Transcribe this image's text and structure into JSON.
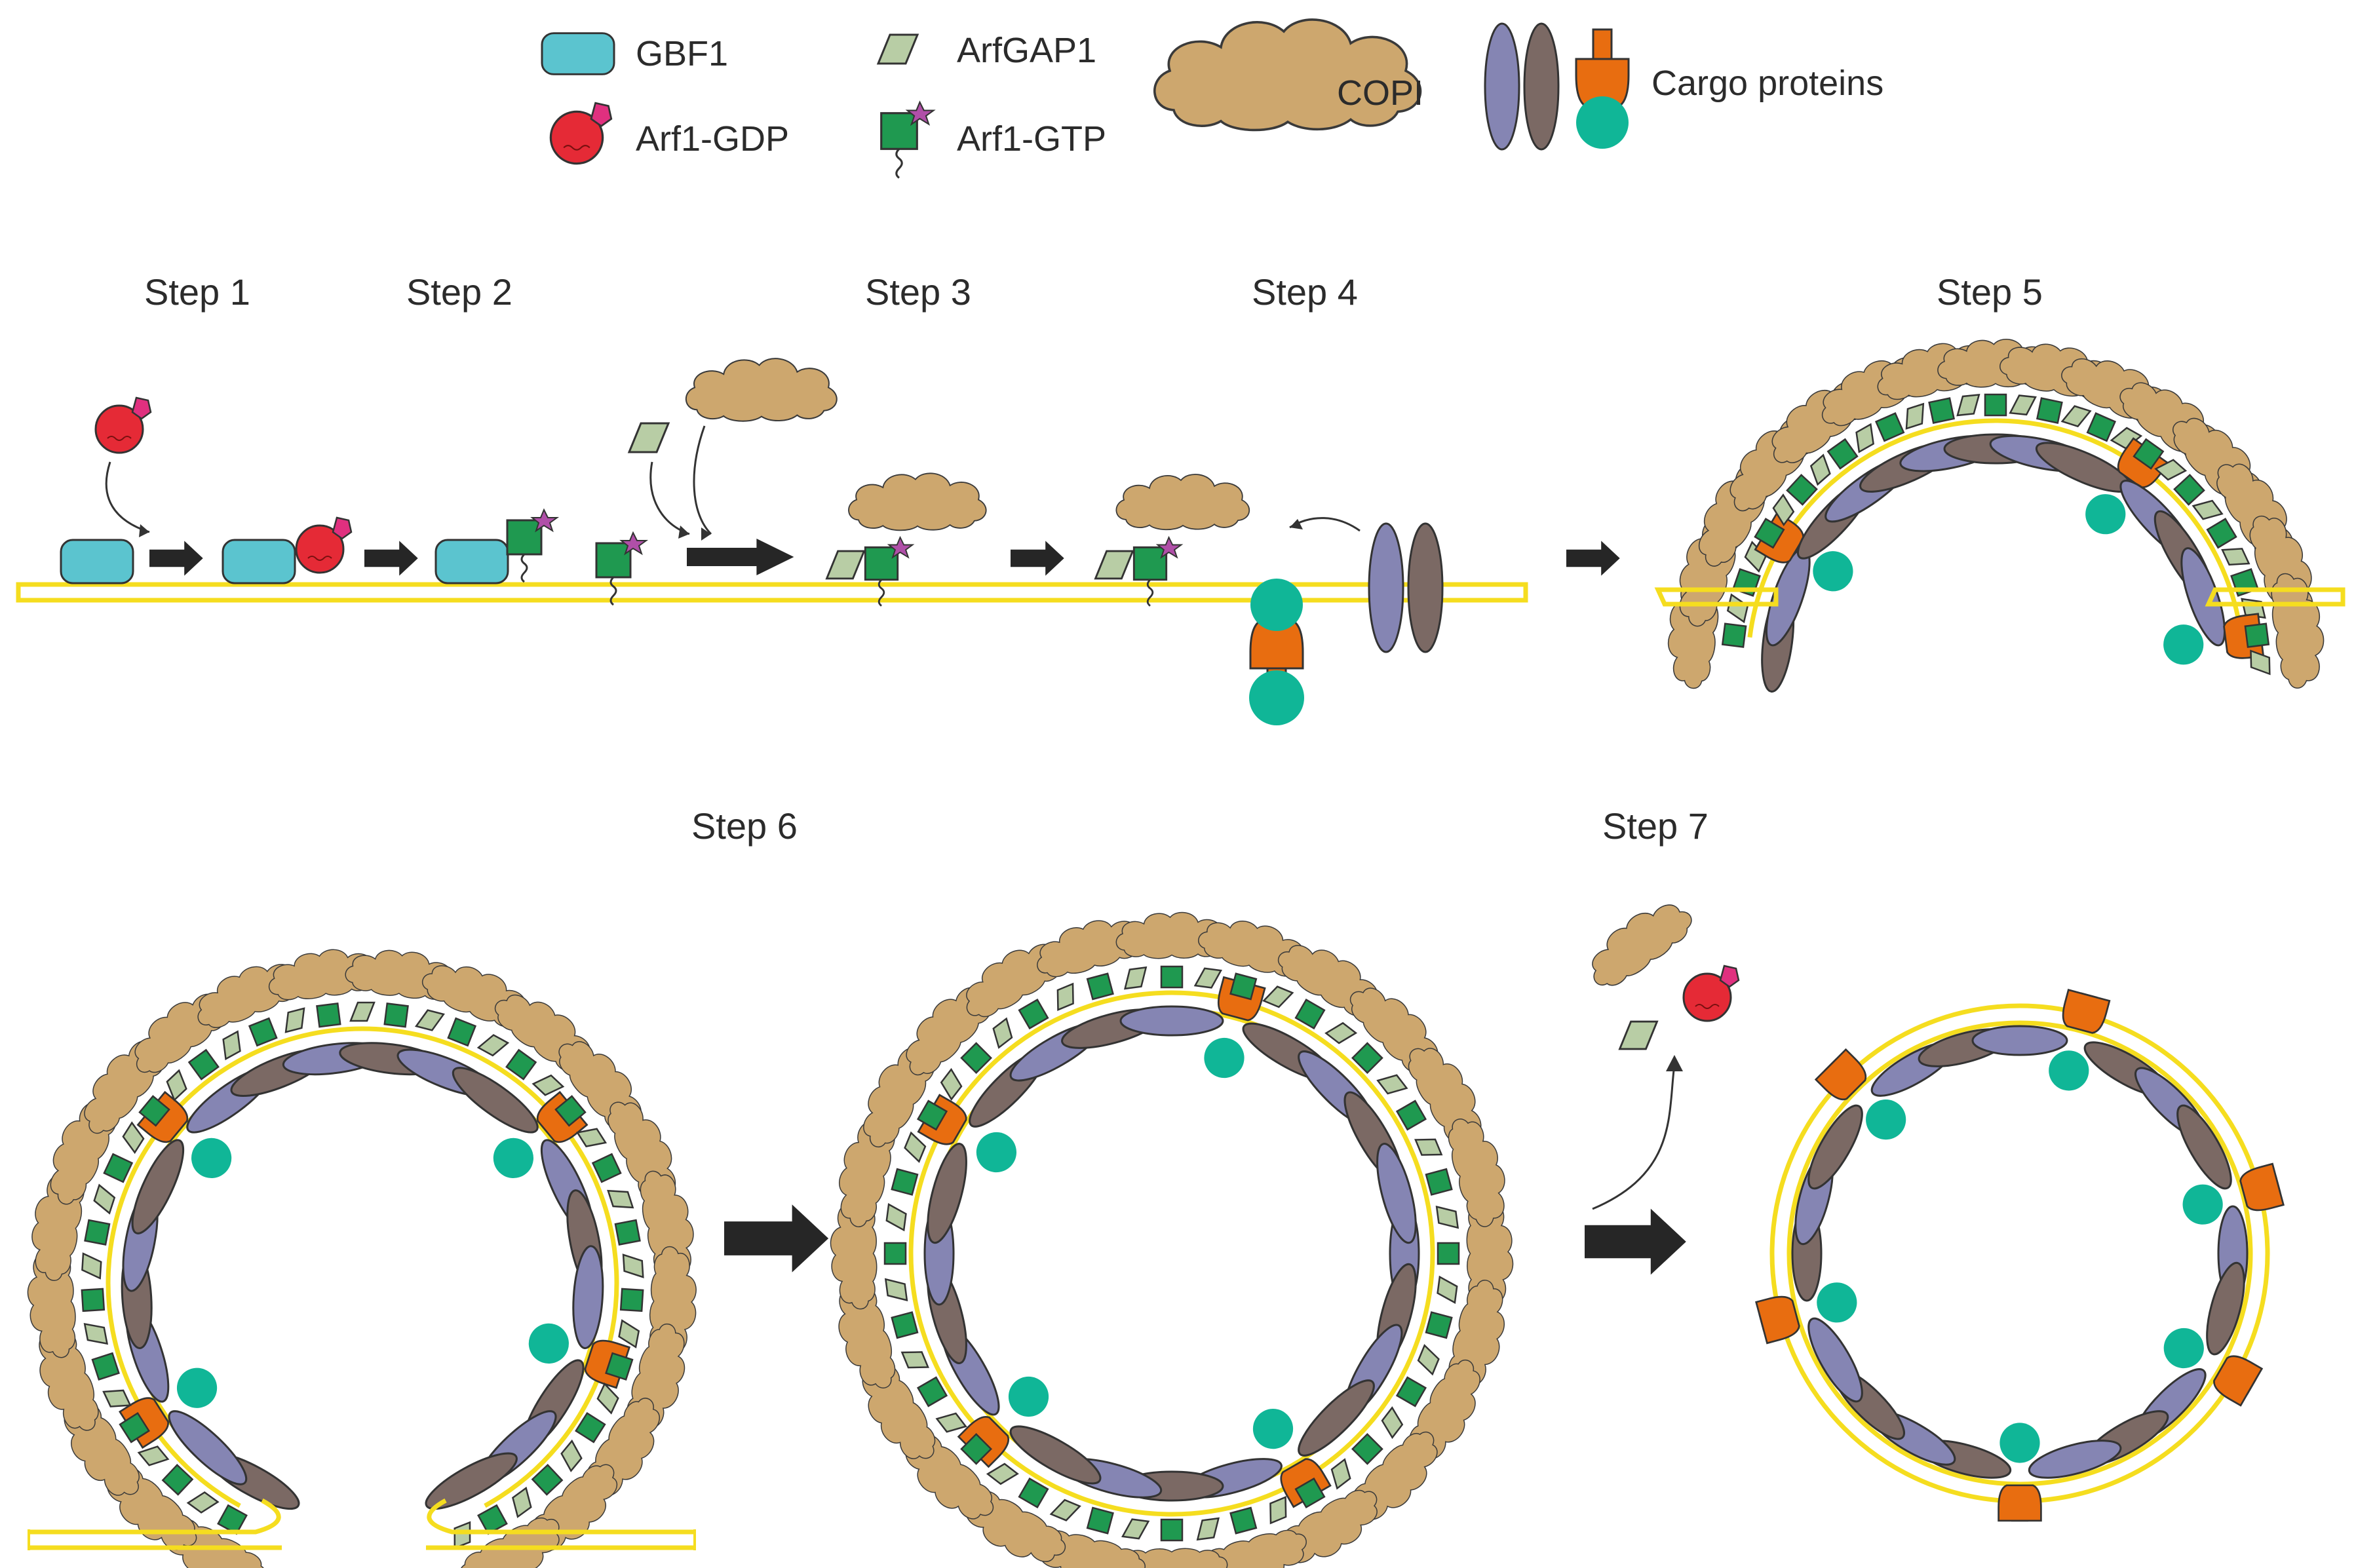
{
  "legend": {
    "gbf1": "GBF1",
    "arf1_gdp": "Arf1-GDP",
    "arfgap1": "ArfGAP1",
    "arf1_gtp": "Arf1-GTP",
    "copi": "COPI",
    "cargo": "Cargo proteins"
  },
  "steps": [
    "Step 1",
    "Step 2",
    "Step 3",
    "Step 4",
    "Step 5",
    "Step 6",
    "Step 7"
  ],
  "colors": {
    "membrane": "#f5dd1f",
    "gbf1": "#5bc4cf",
    "arf1_gdp": "#e52a36",
    "gdp_tag": "#e0307f",
    "arf1_gtp": "#1f9950",
    "gtp_tag": "#b04fa8",
    "arfgap1": "#b8cda5",
    "copi": "#cda76e",
    "cargo_purple": "#8585b3",
    "cargo_brown": "#7b6964",
    "cargo_orange": "#e86d10",
    "cargo_teal": "#10b697",
    "arrow": "#262626"
  }
}
